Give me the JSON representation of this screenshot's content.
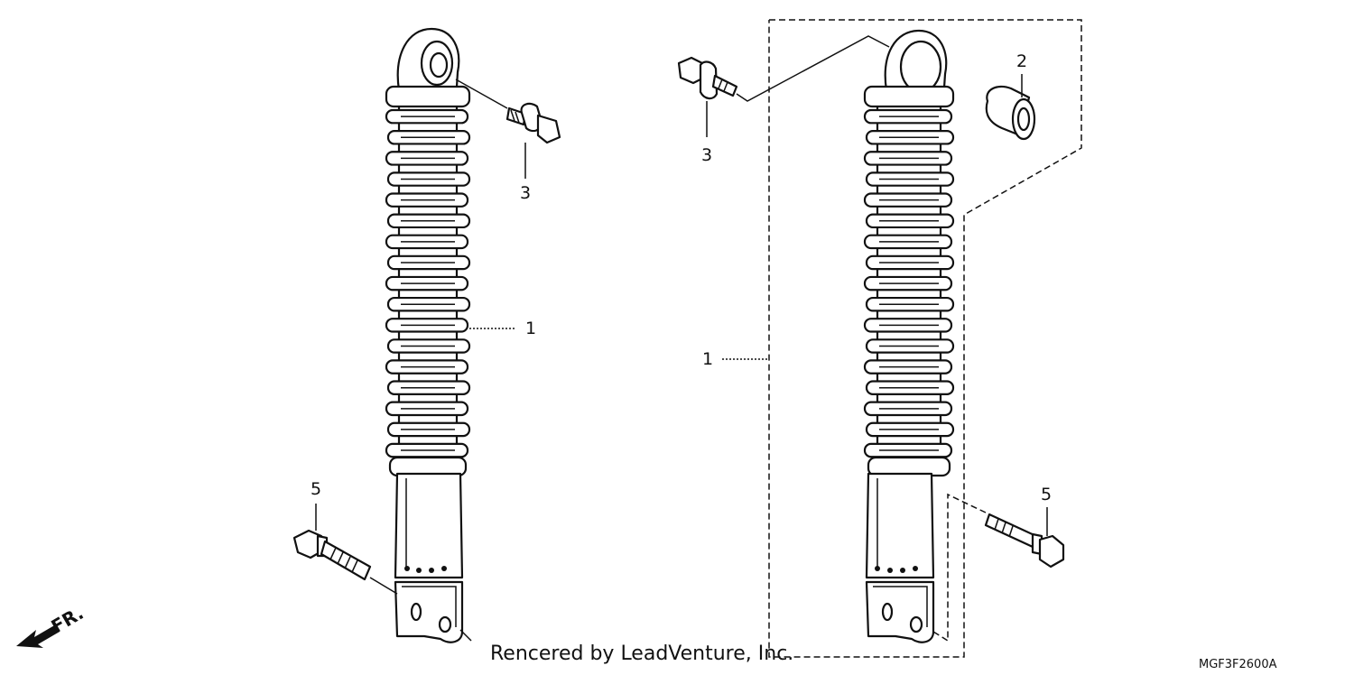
{
  "diagram": {
    "callouts": {
      "left_shock_number": "1",
      "left_top_bolt_number": "3",
      "left_bottom_bolt_number": "5",
      "right_shock_number": "1",
      "right_top_bolt_number": "3",
      "right_bushing_number": "2",
      "right_bottom_bolt_number": "5"
    },
    "front_indicator": "FR.",
    "credit": "Rencered by LeadVenture, Inc.",
    "diagram_code": "MGF3F2600A"
  }
}
